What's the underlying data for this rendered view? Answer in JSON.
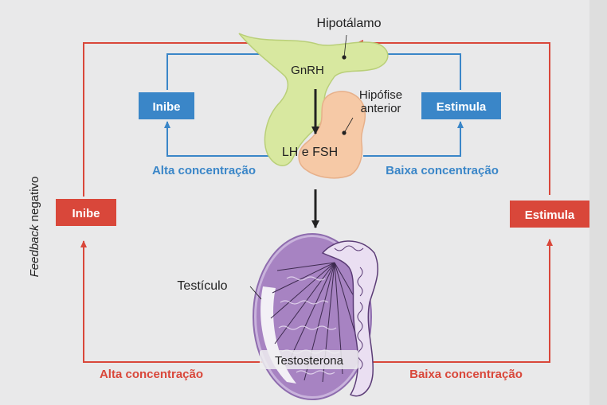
{
  "labels": {
    "hypothalamus": "Hipotálamo",
    "gnrh": "GnRH",
    "anterior_pituitary_line1": "Hipófise",
    "anterior_pituitary_line2": "anterior",
    "lh_fsh": "LH e FSH",
    "testis": "Testículo",
    "testosterone": "Testosterona",
    "feedback_italic": "Feedback",
    "feedback_rest": " negativo"
  },
  "inner_loop": {
    "left_box": "Inibe",
    "right_box": "Estimula",
    "left_caption": "Alta concentração",
    "right_caption": "Baixa concentração"
  },
  "outer_loop": {
    "left_box": "Inibe",
    "right_box": "Estimula",
    "left_caption": "Alta concentração",
    "right_caption": "Baixa concentração"
  },
  "colors": {
    "inner_loop": "#3a86c8",
    "outer_loop": "#d9473a",
    "gland": "#d8e8a0",
    "pituitary": "#f6c9a6",
    "testis": "#a783c2",
    "background": "#e9e9ea"
  }
}
